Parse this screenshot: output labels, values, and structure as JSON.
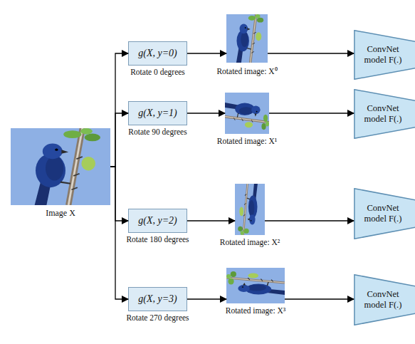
{
  "diagram": {
    "nodes": [
      {
        "text": [
          "Image X"
        ]
      },
      {
        "text": [
          "g(X, y=0)",
          "Rotate 0 degrees"
        ]
      },
      {
        "text": [
          "Rotated image: X⁰"
        ]
      },
      {
        "text": [
          "ConvNet model F(.)"
        ]
      },
      {
        "text": [
          "g(X, y=1)",
          "Rotate 90 degrees"
        ]
      },
      {
        "text": [
          "Rotated image: X¹"
        ]
      },
      {
        "text": [
          "ConvNet model F(.)"
        ]
      },
      {
        "text": [
          "g(X, y=2)",
          "Rotate 180 degrees"
        ]
      },
      {
        "text": [
          "Rotated image: X²"
        ]
      },
      {
        "text": [
          "ConvNet model F(.)"
        ]
      },
      {
        "text": [
          "g(X, y=3)",
          "Rotate 270 degrees"
        ]
      },
      {
        "text": [
          "Rotated image: X³"
        ]
      },
      {
        "text": [
          "ConvNet model F(.)"
        ]
      }
    ],
    "edges": [
      {
        "from": 0,
        "to": 1,
        "arrow": "to"
      },
      {
        "from": 0,
        "to": 4,
        "arrow": "to"
      },
      {
        "from": 0,
        "to": 7,
        "arrow": "to"
      },
      {
        "from": 0,
        "to": 10,
        "arrow": "to"
      },
      {
        "from": 1,
        "to": 2,
        "arrow": "to"
      },
      {
        "from": 2,
        "to": 3,
        "arrow": "to"
      },
      {
        "from": 4,
        "to": 5,
        "arrow": "to"
      },
      {
        "from": 5,
        "to": 6,
        "arrow": "to"
      },
      {
        "from": 7,
        "to": 8,
        "arrow": "to"
      },
      {
        "from": 8,
        "to": 9,
        "arrow": "to"
      },
      {
        "from": 10,
        "to": 11,
        "arrow": "to"
      },
      {
        "from": 11,
        "to": 12,
        "arrow": "to"
      }
    ]
  }
}
